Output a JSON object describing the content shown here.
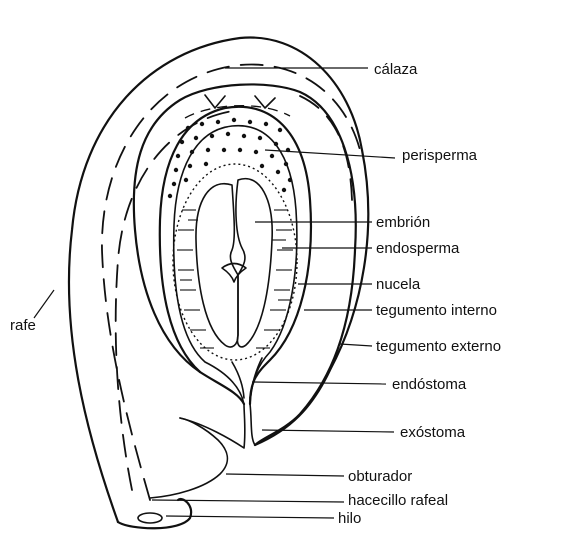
{
  "diagram": {
    "labels": {
      "calaza": "cálaza",
      "perisperma": "perisperma",
      "embrion": "embrión",
      "endosperma": "endosperma",
      "nucela": "nucela",
      "tegumento_interno": "tegumento interno",
      "tegumento_externo": "tegumento externo",
      "endostoma": "endóstoma",
      "exostoma": "exóstoma",
      "obturador": "obturador",
      "hacecillo_rafeal": "hacecillo rafeal",
      "hilo": "hilo",
      "rafe": "rafe"
    }
  }
}
